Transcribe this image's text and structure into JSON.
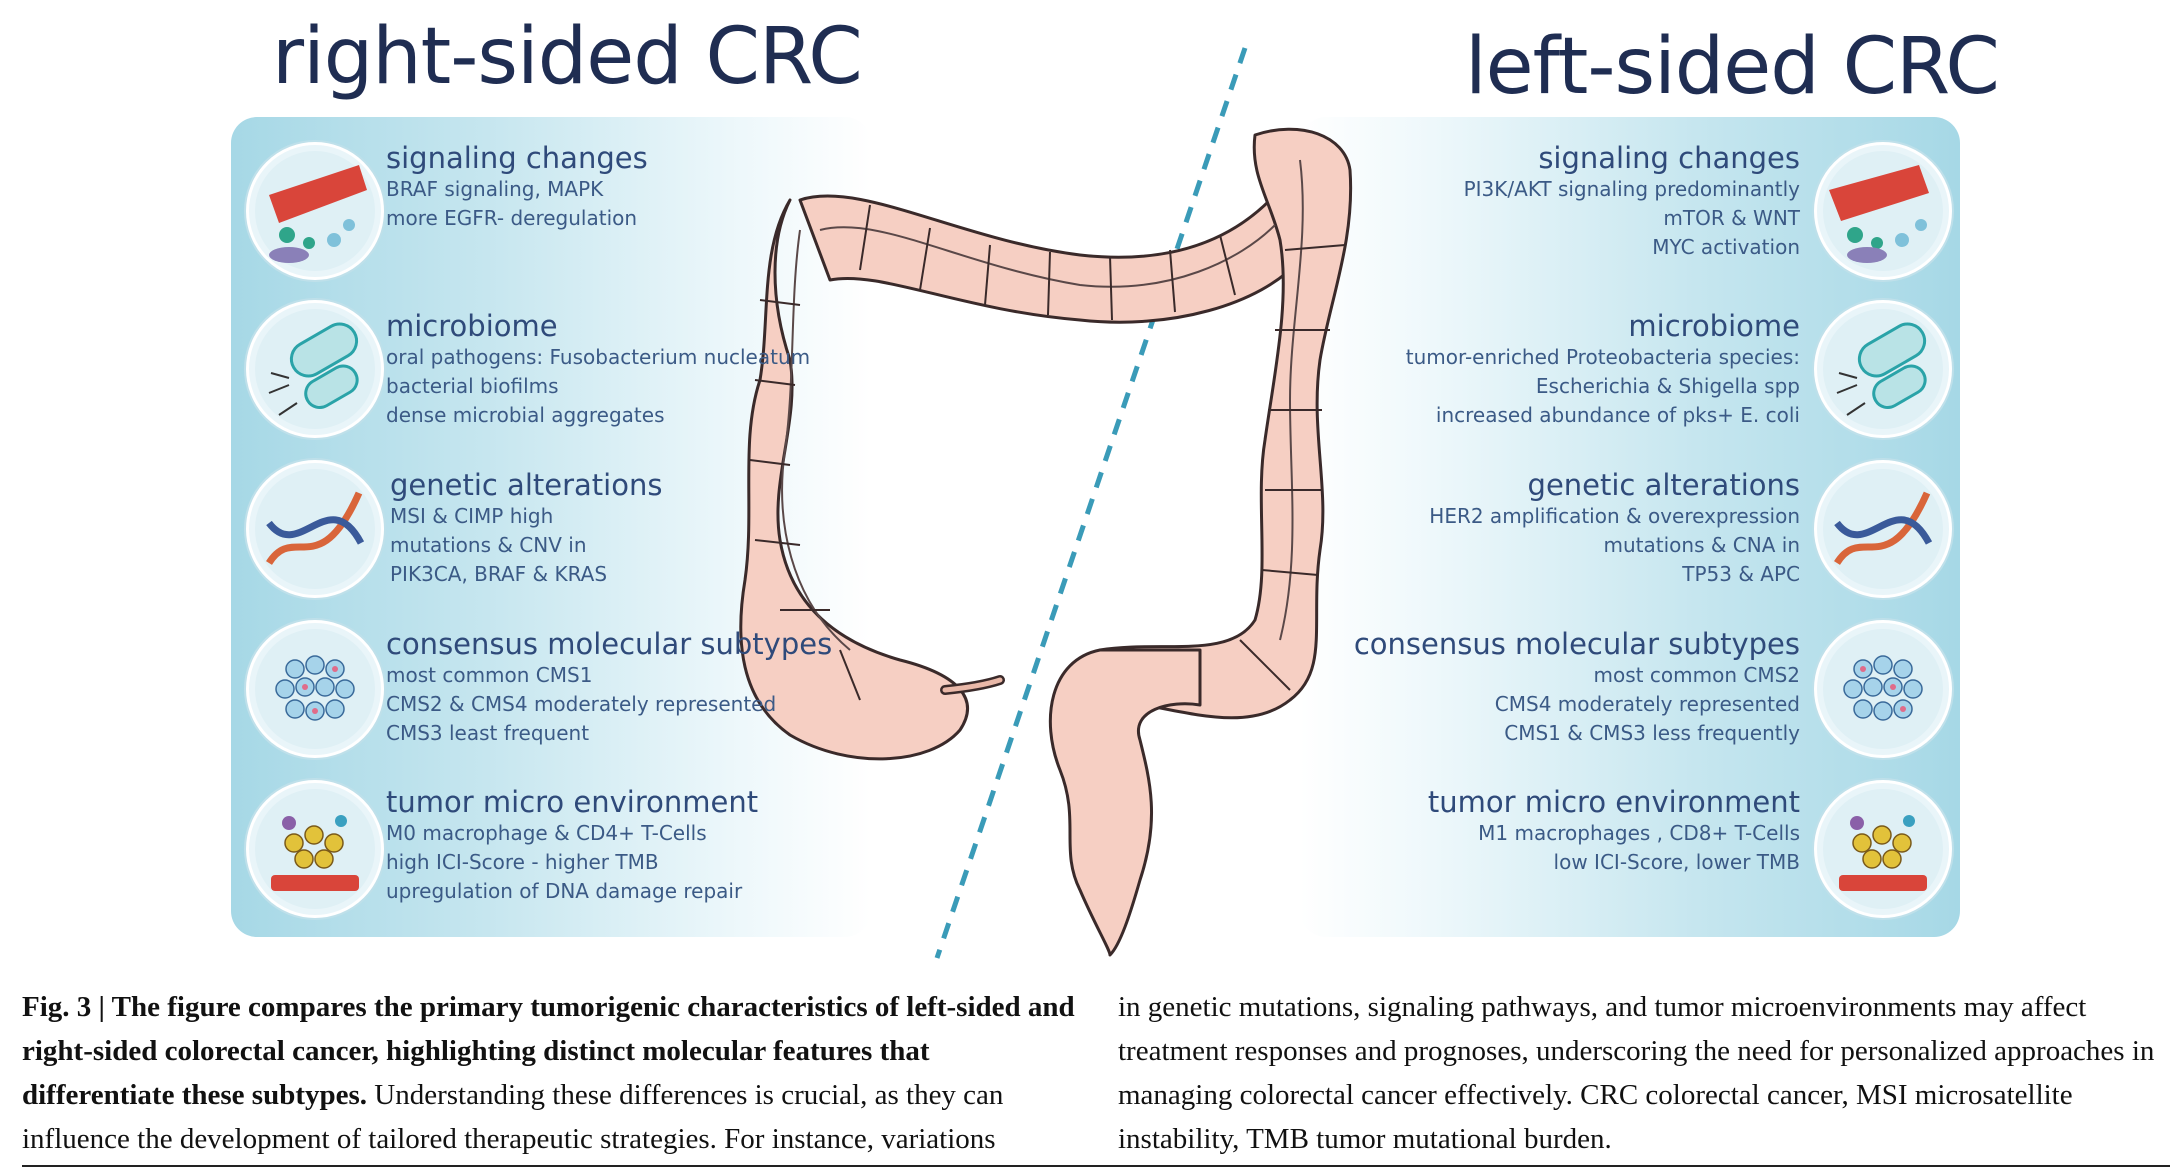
{
  "titles": {
    "right_sided": "right-sided CRC",
    "left_sided": "left-sided CRC"
  },
  "right_features": [
    {
      "heading": "signaling changes",
      "icon": "cell-signaling-icon",
      "lines": [
        "BRAF signaling, MAPK",
        "more EGFR- deregulation"
      ]
    },
    {
      "heading": "microbiome",
      "icon": "bacteria-icon",
      "lines": [
        "oral pathogens: Fusobacterium nucleatum",
        "bacterial biofilms",
        "dense microbial aggregates"
      ]
    },
    {
      "heading": "genetic alterations",
      "icon": "dna-helix-icon",
      "lines": [
        "MSI & CIMP high",
        "mutations & CNV  in",
        "PIK3CA, BRAF & KRAS"
      ]
    },
    {
      "heading": "consensus molecular subtypes",
      "icon": "cell-cluster-icon",
      "lines": [
        "most common CMS1",
        "CMS2 & CMS4 moderately represented",
        "CMS3 least frequent"
      ]
    },
    {
      "heading": "tumor micro environment",
      "icon": "tumor-microenvironment-icon",
      "lines": [
        "M0 macrophage & CD4+ T-Cells",
        "high ICI-Score - higher TMB",
        "upregulation of DNA damage repair"
      ]
    }
  ],
  "left_features": [
    {
      "heading": "signaling changes",
      "icon": "cell-signaling-icon",
      "lines": [
        "PI3K/AKT signaling predominantly",
        "mTOR  & WNT",
        "MYC activation"
      ]
    },
    {
      "heading": "microbiome",
      "icon": "bacteria-icon",
      "lines": [
        "tumor-enriched Proteobacteria species:",
        "Escherichia & Shigella spp",
        "increased abundance of pks+ E. coli"
      ]
    },
    {
      "heading": "genetic alterations",
      "icon": "dna-helix-icon",
      "lines": [
        "HER2 amplification & overexpression",
        "mutations & CNA in",
        "TP53 & APC"
      ]
    },
    {
      "heading": "consensus molecular subtypes",
      "icon": "cell-cluster-icon",
      "lines": [
        "most common CMS2",
        "CMS4 moderately represented",
        "CMS1 & CMS3 less frequently"
      ]
    },
    {
      "heading": "tumor micro environment",
      "icon": "tumor-microenvironment-icon",
      "lines": [
        "M1 macrophages , CD8+ T-Cells",
        "low ICI-Score, lower TMB"
      ]
    }
  ],
  "caption": {
    "label": "Fig. 3 | The figure compares the primary tumorigenic characteristics of left-sided and right-sided colorectal cancer, highlighting distinct molecular features that differentiate these subtypes.",
    "left_text": " Understanding these differences is crucial, as they can influence the development of tailored therapeutic strategies. For instance, variations",
    "right_text": "in genetic mutations, signaling pathways, and tumor microenvironments may affect treatment responses and prognoses, underscoring the need for personalized approaches in managing colorectal cancer effectively. CRC colorectal cancer, MSI microsatellite instability, TMB tumor mutational burden."
  },
  "colors": {
    "title": "#1f2d52",
    "heading": "#2f4a7a",
    "panel": "#a6d8e6",
    "colon": "#f6cfc3",
    "colon_outline": "#3a2a2a",
    "divider": "#3a9bb8"
  }
}
